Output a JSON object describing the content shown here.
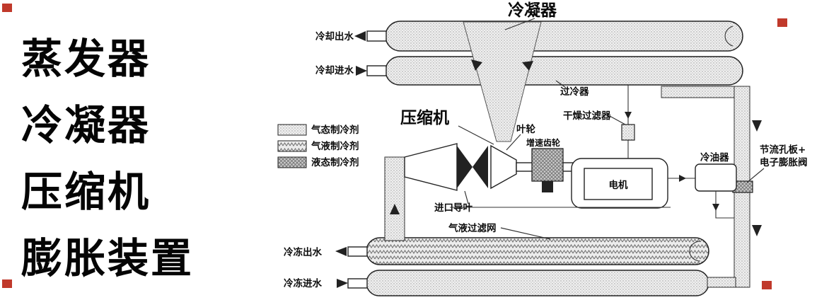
{
  "page": {
    "background": "#ffffff",
    "marker_color": "#c0392b",
    "ink": "#111111"
  },
  "left_menu": {
    "items": [
      {
        "label": "蒸发器"
      },
      {
        "label": "冷凝器"
      },
      {
        "label": "压缩机"
      },
      {
        "label": "膨胀装置"
      }
    ]
  },
  "diagram": {
    "condenser_label": "冷凝器",
    "cooling_out_label": "冷却出水",
    "cooling_in_label": "冷却进水",
    "subcooler_label": "过冷器",
    "compressor_label": "压缩机",
    "impeller_label": "叶轮",
    "gear_label": "增速齿轮",
    "dry_filter_label": "干燥过滤器",
    "motor_label": "电机",
    "oil_cooler_label": "冷油器",
    "throttle_label_line1": "节流孔板+",
    "throttle_label_line2": "电子膨胀阀",
    "inlet_guide_label": "进口导叶",
    "suction_filter_label": "气液过滤网",
    "chilled_out_label": "冷冻出水",
    "chilled_in_label": "冷冻进水",
    "legend": [
      {
        "label": "气态制冷剂"
      },
      {
        "label": "气液制冷剂"
      },
      {
        "label": "液态制冷剂"
      }
    ]
  }
}
